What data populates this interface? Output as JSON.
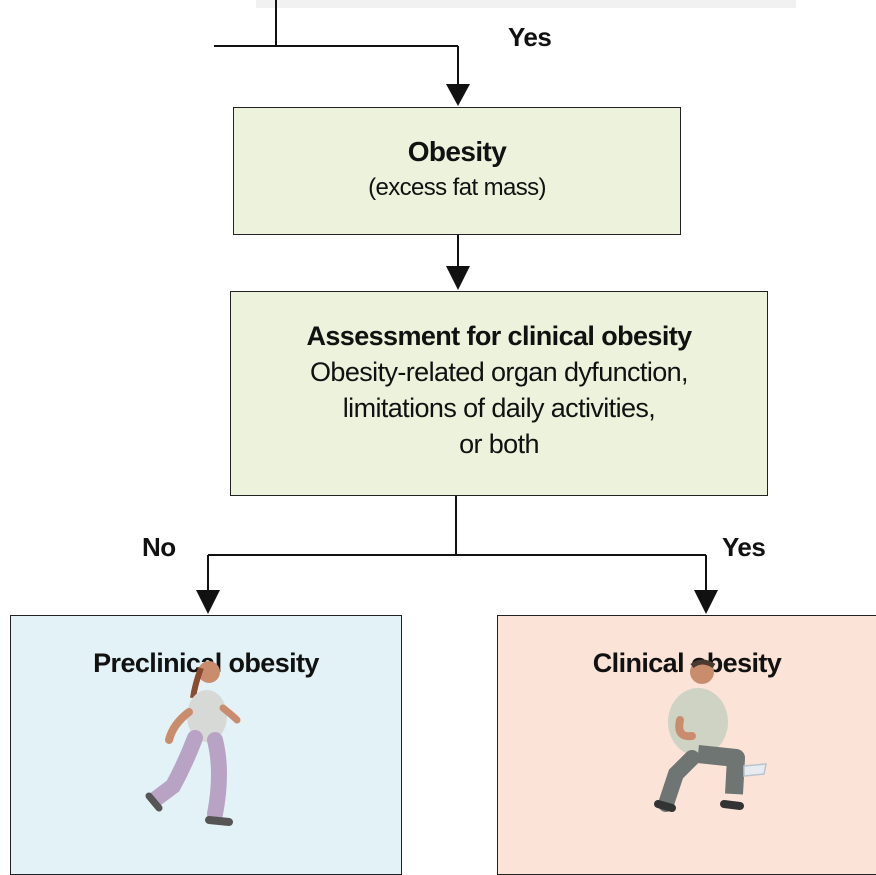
{
  "labels": {
    "yes_top": "Yes",
    "no_left": "No",
    "yes_right": "Yes"
  },
  "obesity_box": {
    "title": "Obesity",
    "subtitle": "(excess fat mass)"
  },
  "assessment_box": {
    "title": "Assessment for clinical obesity",
    "lines": [
      "Obesity-related organ dyfunction,",
      "limitations of daily activities,",
      "or both"
    ]
  },
  "preclinical_box": {
    "title": "Preclinical obesity",
    "figure_icon": "running-person-icon"
  },
  "clinical_box": {
    "title": "Clinical obesity",
    "figure_icon": "seated-person-icon"
  },
  "colors": {
    "green_box": "#ecf2dc",
    "blue_box": "#e3f2f6",
    "pink_box": "#fbe3d8",
    "line": "#111111"
  }
}
